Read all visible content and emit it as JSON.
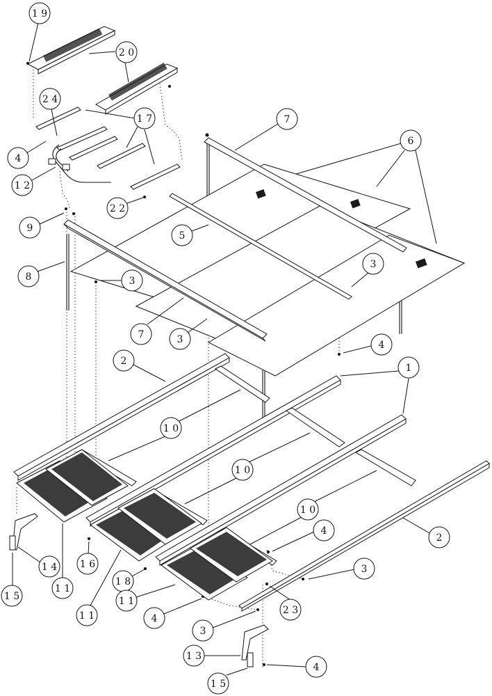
{
  "callouts": {
    "c19": "1 9",
    "c20": "2 0",
    "c24": "2 4",
    "c4a": "4",
    "c12": "1 2",
    "c17": "1 7",
    "c22": "2 2",
    "c7a": "7",
    "c6": "6",
    "c9": "9",
    "c5": "5",
    "c8": "8",
    "c3a": "3",
    "c7b": "7",
    "c3b": "3",
    "c3c": "3",
    "c4b": "4",
    "c2a": "2",
    "c1": "1",
    "c10a": "1 0",
    "c10b": "1 0",
    "c10c": "1 0",
    "c4c": "4",
    "c2b": "2",
    "c3d": "3",
    "c14": "1 4",
    "c16": "1 6",
    "c18": "1 8",
    "c15a": "1 5",
    "c11a": "1 1",
    "c11b": "1 1",
    "c11c": "1 1",
    "c4d": "4",
    "c23": "2 3",
    "c3e": "3",
    "c13": "1 3",
    "c4e": "4",
    "c15b": "1 5"
  }
}
